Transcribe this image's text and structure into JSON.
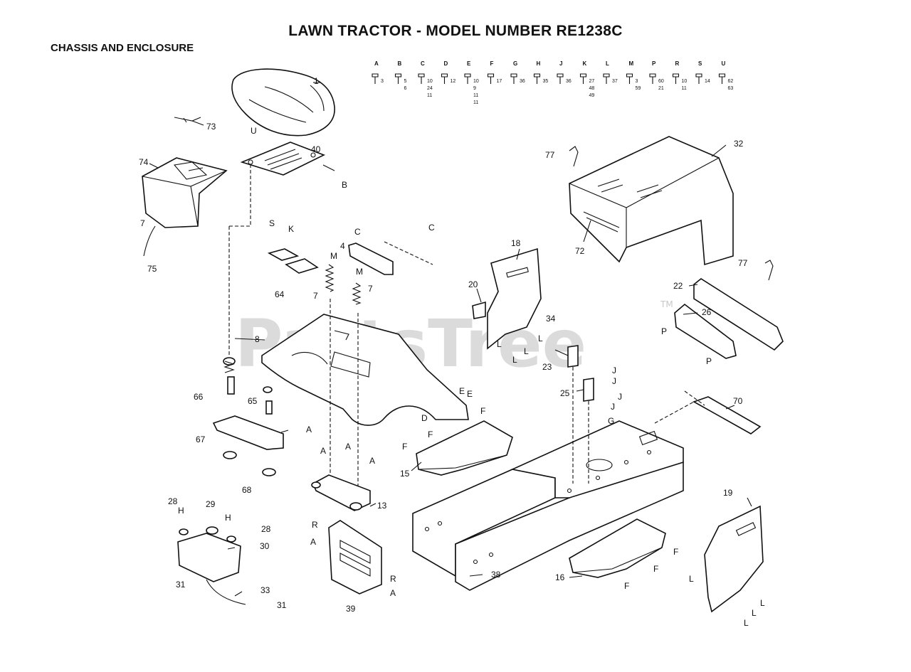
{
  "header": {
    "title": "LAWN TRACTOR - MODEL NUMBER RE1238C",
    "subtitle": "CHASSIS AND ENCLOSURE"
  },
  "watermark": {
    "text": "PartsTree",
    "trademark": "TM"
  },
  "hardware": [
    {
      "letter": "A",
      "nums": [
        "3"
      ]
    },
    {
      "letter": "B",
      "nums": [
        "5",
        "6"
      ]
    },
    {
      "letter": "C",
      "nums": [
        "10",
        "24",
        "11"
      ]
    },
    {
      "letter": "D",
      "nums": [
        "12"
      ]
    },
    {
      "letter": "E",
      "nums": [
        "10",
        "9",
        "11",
        "11"
      ]
    },
    {
      "letter": "F",
      "nums": [
        "17"
      ]
    },
    {
      "letter": "G",
      "nums": [
        "36"
      ]
    },
    {
      "letter": "H",
      "nums": [
        "35"
      ]
    },
    {
      "letter": "J",
      "nums": [
        "36"
      ]
    },
    {
      "letter": "K",
      "nums": [
        "27",
        "48",
        "49"
      ]
    },
    {
      "letter": "L",
      "nums": [
        "37"
      ]
    },
    {
      "letter": "M",
      "nums": [
        "3",
        "59"
      ]
    },
    {
      "letter": "P",
      "nums": [
        "60",
        "21"
      ]
    },
    {
      "letter": "R",
      "nums": [
        "10",
        "11"
      ]
    },
    {
      "letter": "S",
      "nums": [
        "14"
      ]
    },
    {
      "letter": "U",
      "nums": [
        "62",
        "63"
      ]
    }
  ],
  "callouts": {
    "c1": "1",
    "c73": "73",
    "c74": "74",
    "c7a": "7",
    "c75": "75",
    "cU": "U",
    "c40": "40",
    "cB": "B",
    "cS": "S",
    "cK": "K",
    "c64": "64",
    "cM1": "M",
    "c7b": "7",
    "cM2": "M",
    "c7c": "7",
    "c4": "4",
    "cC1": "C",
    "cC2": "C",
    "c8": "8",
    "c65": "65",
    "c66": "66",
    "c67": "67",
    "c68": "68",
    "cE1": "E",
    "cE2": "E",
    "cD": "D",
    "cF1": "F",
    "cF2": "F",
    "cF3": "F",
    "c15": "15",
    "cA1": "A",
    "cA2": "A",
    "cA3": "A",
    "cA4": "A",
    "c13": "13",
    "c28a": "28",
    "c29": "29",
    "cH1": "H",
    "cH2": "H",
    "c28b": "28",
    "c30": "30",
    "c31a": "31",
    "c33": "33",
    "c31b": "31",
    "cR1": "R",
    "cA5": "A",
    "cR2": "R",
    "cA6": "A",
    "c39": "39",
    "c38": "38",
    "c16": "16",
    "cF4": "F",
    "cF5": "F",
    "cF6": "F",
    "c18": "18",
    "c20": "20",
    "c34": "34",
    "cL1": "L",
    "cL2": "L",
    "cL3": "L",
    "cL4": "L",
    "c23": "23",
    "cJ1": "J",
    "cJ2": "J",
    "c25": "25",
    "cJ3": "J",
    "cJ4": "J",
    "cG": "G",
    "c70": "70",
    "c77a": "77",
    "c32": "32",
    "c72": "72",
    "c77b": "77",
    "c22": "22",
    "c26": "26",
    "cP1": "P",
    "cP2": "P",
    "c19": "19",
    "cL5": "L",
    "cL6": "L",
    "cL7": "L",
    "cL8": "L"
  }
}
